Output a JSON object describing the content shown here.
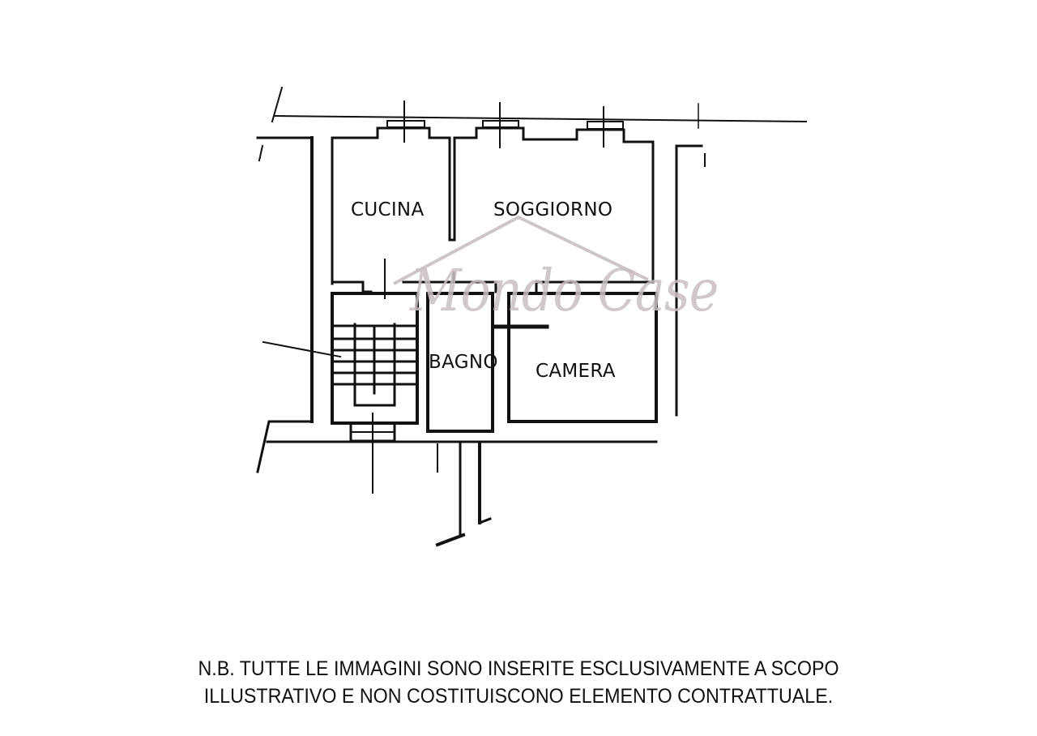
{
  "floorplan": {
    "rooms": [
      {
        "id": "cucina",
        "label": "CUCINA"
      },
      {
        "id": "soggiorno",
        "label": "SOGGIORNO"
      },
      {
        "id": "bagno",
        "label": "BAGNO"
      },
      {
        "id": "camera",
        "label": "CAMERA"
      }
    ],
    "watermark": "Mondo Case",
    "watermark_color": "#c9bfc0",
    "wall_color": "#111111"
  },
  "disclaimer": {
    "line1": "N.B. TUTTE LE IMMAGINI SONO INSERITE ESCLUSIVAMENTE A SCOPO",
    "line2": "ILLUSTRATIVO E NON COSTITUISCONO ELEMENTO CONTRATTUALE."
  }
}
